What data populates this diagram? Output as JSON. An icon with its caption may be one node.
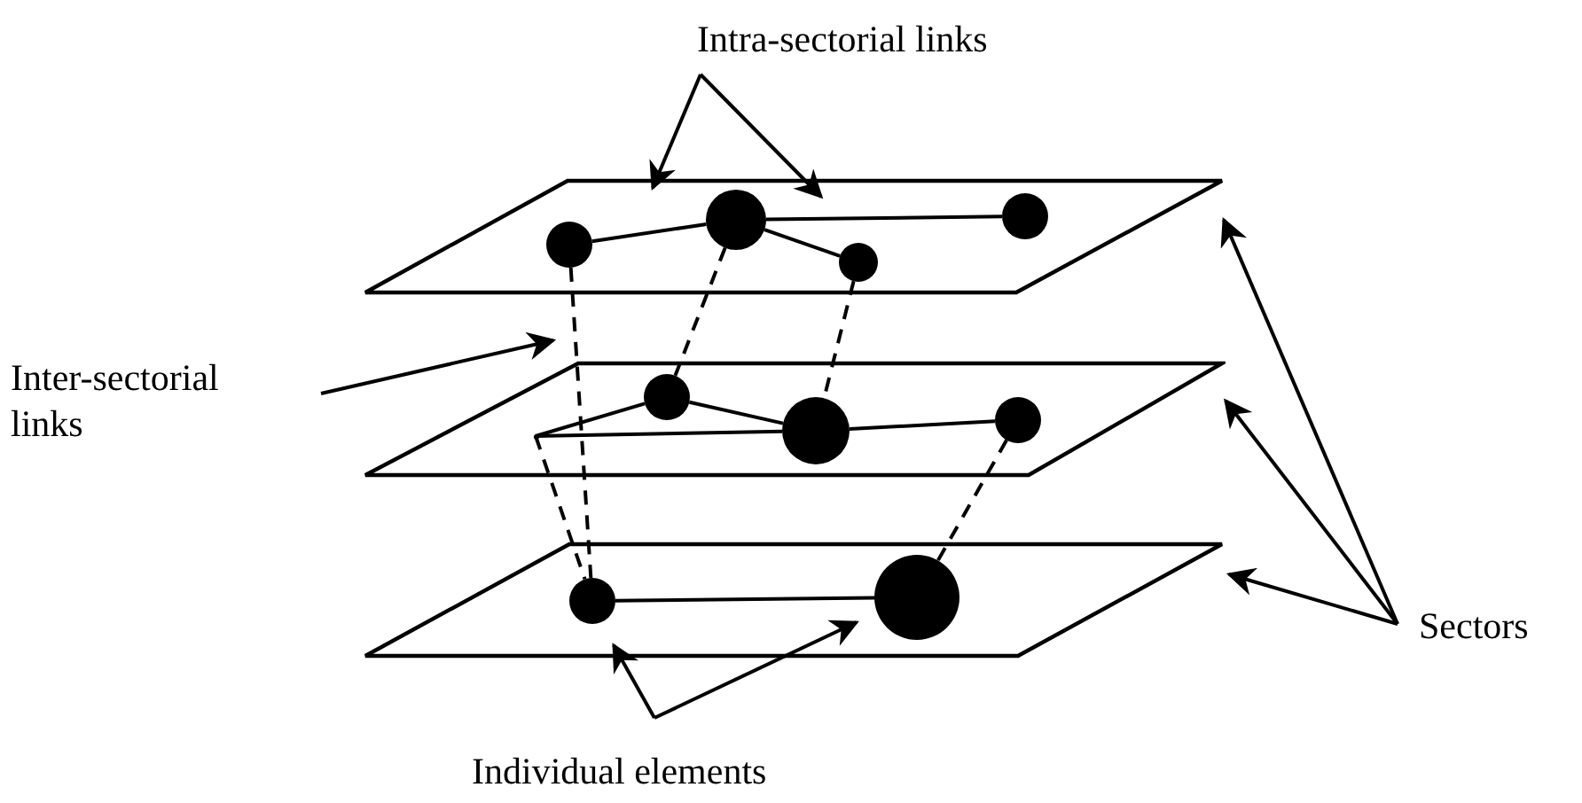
{
  "diagram": {
    "nodes": [
      {
        "text": [
          "Intra-sectorial links"
        ]
      },
      {
        "text": [],
        "shape": "parallelogram"
      },
      {
        "text": [],
        "shape": "circle",
        "in": 1
      },
      {
        "text": [],
        "shape": "circle",
        "in": 1
      },
      {
        "text": [],
        "shape": "circle",
        "in": 1
      },
      {
        "text": [],
        "shape": "circle",
        "in": 1
      },
      {
        "text": [
          "Inter-sectorial links"
        ]
      },
      {
        "text": [],
        "shape": "parallelogram"
      },
      {
        "text": [],
        "shape": "point",
        "in": 7
      },
      {
        "text": [],
        "shape": "circle",
        "in": 7
      },
      {
        "text": [],
        "shape": "circle",
        "in": 7
      },
      {
        "text": [],
        "shape": "circle",
        "in": 7
      },
      {
        "text": [
          "Sectors"
        ]
      },
      {
        "text": [],
        "shape": "parallelogram"
      },
      {
        "text": [],
        "shape": "circle",
        "in": 13
      },
      {
        "text": [],
        "shape": "circle",
        "in": 13
      },
      {
        "text": [
          "Individual elements"
        ]
      }
    ],
    "edges": [
      {
        "from": 2,
        "to": 3,
        "arrow": "none"
      },
      {
        "from": 3,
        "to": 4,
        "arrow": "none"
      },
      {
        "from": 3,
        "to": 5,
        "arrow": "none"
      },
      {
        "from": 8,
        "to": 9,
        "arrow": "none"
      },
      {
        "from": 8,
        "to": 10,
        "arrow": "none"
      },
      {
        "from": 9,
        "to": 10,
        "arrow": "none"
      },
      {
        "from": 10,
        "to": 11,
        "arrow": "none"
      },
      {
        "from": 14,
        "to": 15,
        "arrow": "none"
      },
      {
        "from": 2,
        "to": 14,
        "arrow": "none",
        "style": "dashed"
      },
      {
        "from": 3,
        "to": 9,
        "arrow": "none",
        "style": "dashed"
      },
      {
        "from": 4,
        "to": 10,
        "arrow": "none",
        "style": "dashed"
      },
      {
        "from": 8,
        "to": 14,
        "arrow": "none",
        "style": "dashed"
      },
      {
        "from": 11,
        "to": 15,
        "arrow": "none",
        "style": "dashed"
      },
      {
        "from": 0,
        "to": 1,
        "arrow": "to"
      },
      {
        "from": 0,
        "to": 1,
        "arrow": "to"
      },
      {
        "from": 6,
        "to": 7,
        "arrow": "to"
      },
      {
        "from": 12,
        "to": 1,
        "arrow": "to"
      },
      {
        "from": 12,
        "to": 7,
        "arrow": "to"
      },
      {
        "from": 12,
        "to": 13,
        "arrow": "to"
      },
      {
        "from": 16,
        "to": 14,
        "arrow": "to"
      },
      {
        "from": 16,
        "to": 15,
        "arrow": "to"
      }
    ]
  }
}
